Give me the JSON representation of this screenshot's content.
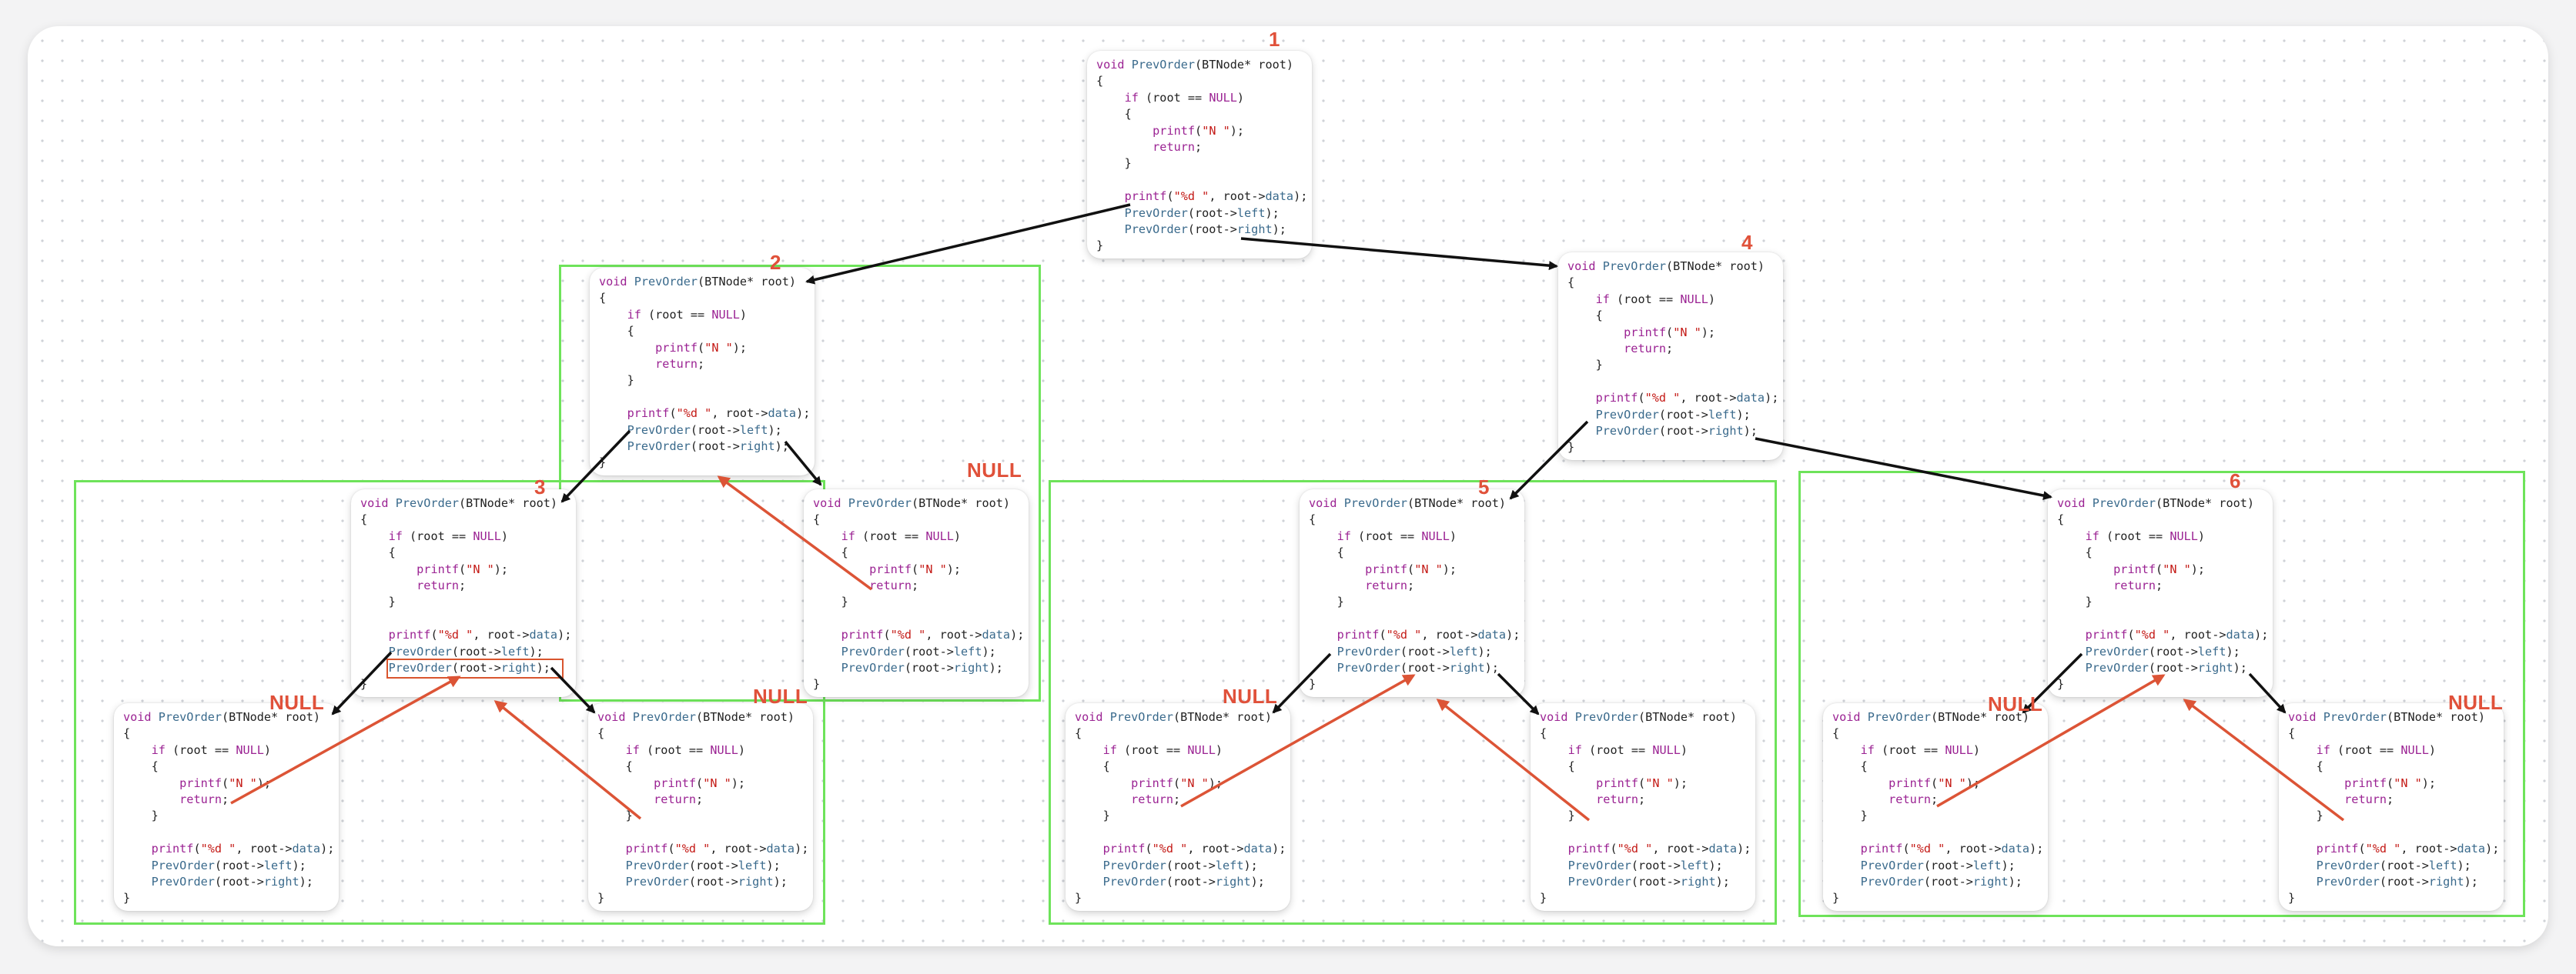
{
  "code_lines": [
    [
      {
        "t": "void ",
        "c": "kw"
      },
      {
        "t": "PrevOrder",
        "c": "fn"
      },
      {
        "t": "(BTNode* root)",
        "c": "pl"
      }
    ],
    [
      {
        "t": "{",
        "c": "pl"
      }
    ],
    [
      {
        "t": "    ",
        "c": "pl"
      },
      {
        "t": "if",
        "c": "kw"
      },
      {
        "t": " (root == ",
        "c": "pl"
      },
      {
        "t": "NULL",
        "c": "kw"
      },
      {
        "t": ")",
        "c": "pl"
      }
    ],
    [
      {
        "t": "    {",
        "c": "pl"
      }
    ],
    [
      {
        "t": "        ",
        "c": "pl"
      },
      {
        "t": "printf",
        "c": "kw"
      },
      {
        "t": "(",
        "c": "pl"
      },
      {
        "t": "\"N \"",
        "c": "st"
      },
      {
        "t": ");",
        "c": "pl"
      }
    ],
    [
      {
        "t": "        ",
        "c": "pl"
      },
      {
        "t": "return",
        "c": "kw"
      },
      {
        "t": ";",
        "c": "pl"
      }
    ],
    [
      {
        "t": "    }",
        "c": "pl"
      }
    ],
    [
      {
        "t": "",
        "c": "pl"
      }
    ],
    [
      {
        "t": "    ",
        "c": "pl"
      },
      {
        "t": "printf",
        "c": "kw"
      },
      {
        "t": "(",
        "c": "pl"
      },
      {
        "t": "\"%d \"",
        "c": "st"
      },
      {
        "t": ", root->",
        "c": "pl"
      },
      {
        "t": "data",
        "c": "fn"
      },
      {
        "t": ");",
        "c": "pl"
      }
    ],
    [
      {
        "t": "    ",
        "c": "pl"
      },
      {
        "t": "PrevOrder",
        "c": "fn"
      },
      {
        "t": "(root->",
        "c": "pl"
      },
      {
        "t": "left",
        "c": "fn"
      },
      {
        "t": ");",
        "c": "pl"
      }
    ],
    [
      {
        "t": "    ",
        "c": "pl"
      },
      {
        "t": "PrevOrder",
        "c": "fn"
      },
      {
        "t": "(root->",
        "c": "pl"
      },
      {
        "t": "right",
        "c": "fn"
      },
      {
        "t": ");",
        "c": "pl"
      }
    ],
    [
      {
        "t": "}",
        "c": "pl"
      }
    ]
  ],
  "step_numbers": {
    "n1": "1",
    "n2": "2",
    "n3": "3",
    "n4": "4",
    "n5": "5",
    "n6": "6"
  },
  "null_label": "NULL",
  "colors": {
    "call_arrow": "#111111",
    "return_arrow": "#dc5436",
    "frame": "#6ee35a",
    "label": "#e0513a"
  }
}
